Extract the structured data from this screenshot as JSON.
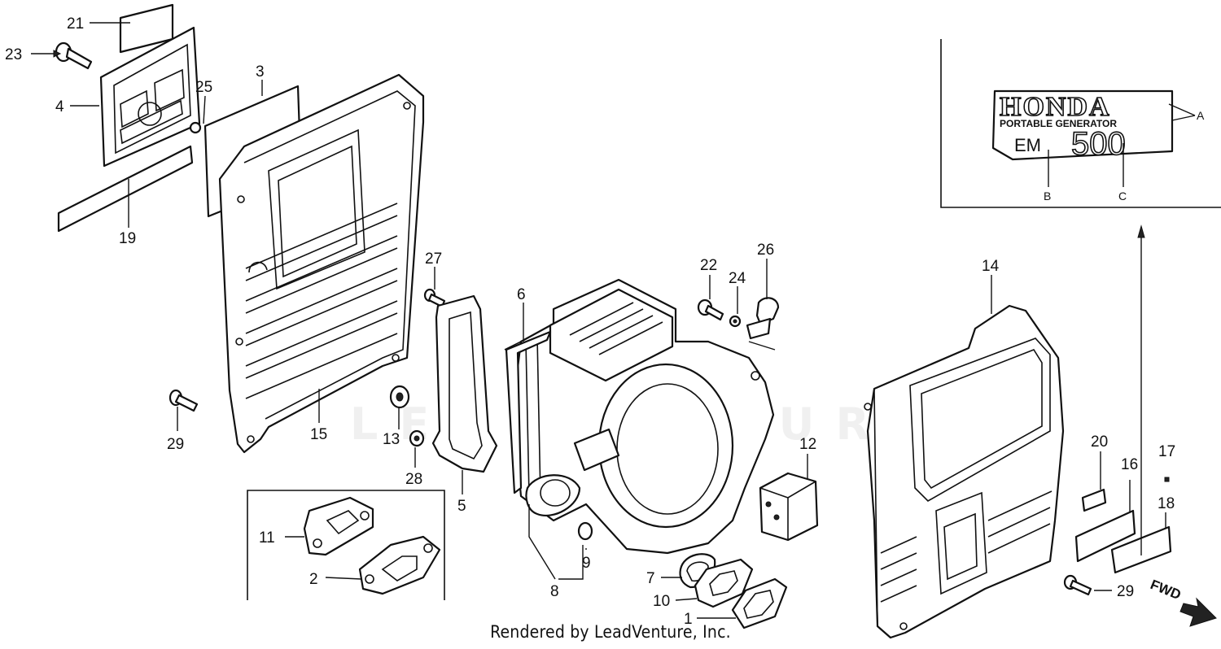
{
  "watermark_text": "LEADVENTURE",
  "footer": {
    "credit": "Rendered by LeadVenture, Inc."
  },
  "callouts": [
    "1",
    "2",
    "3",
    "4",
    "5",
    "6",
    "7",
    "8",
    "9",
    "10",
    "11",
    "12",
    "13",
    "14",
    "15",
    "16",
    "17",
    "18",
    "19",
    "20",
    "21",
    "22",
    "23",
    "24",
    "25",
    "26",
    "27",
    "28",
    "29"
  ],
  "emblem": {
    "brand": "HONDA",
    "subtitle": "PORTABLE GENERATOR",
    "model_prefix": "EM",
    "model_number": "500",
    "label_a": "A",
    "label_b": "B",
    "label_c": "C"
  },
  "direction": {
    "label": "FWD"
  }
}
